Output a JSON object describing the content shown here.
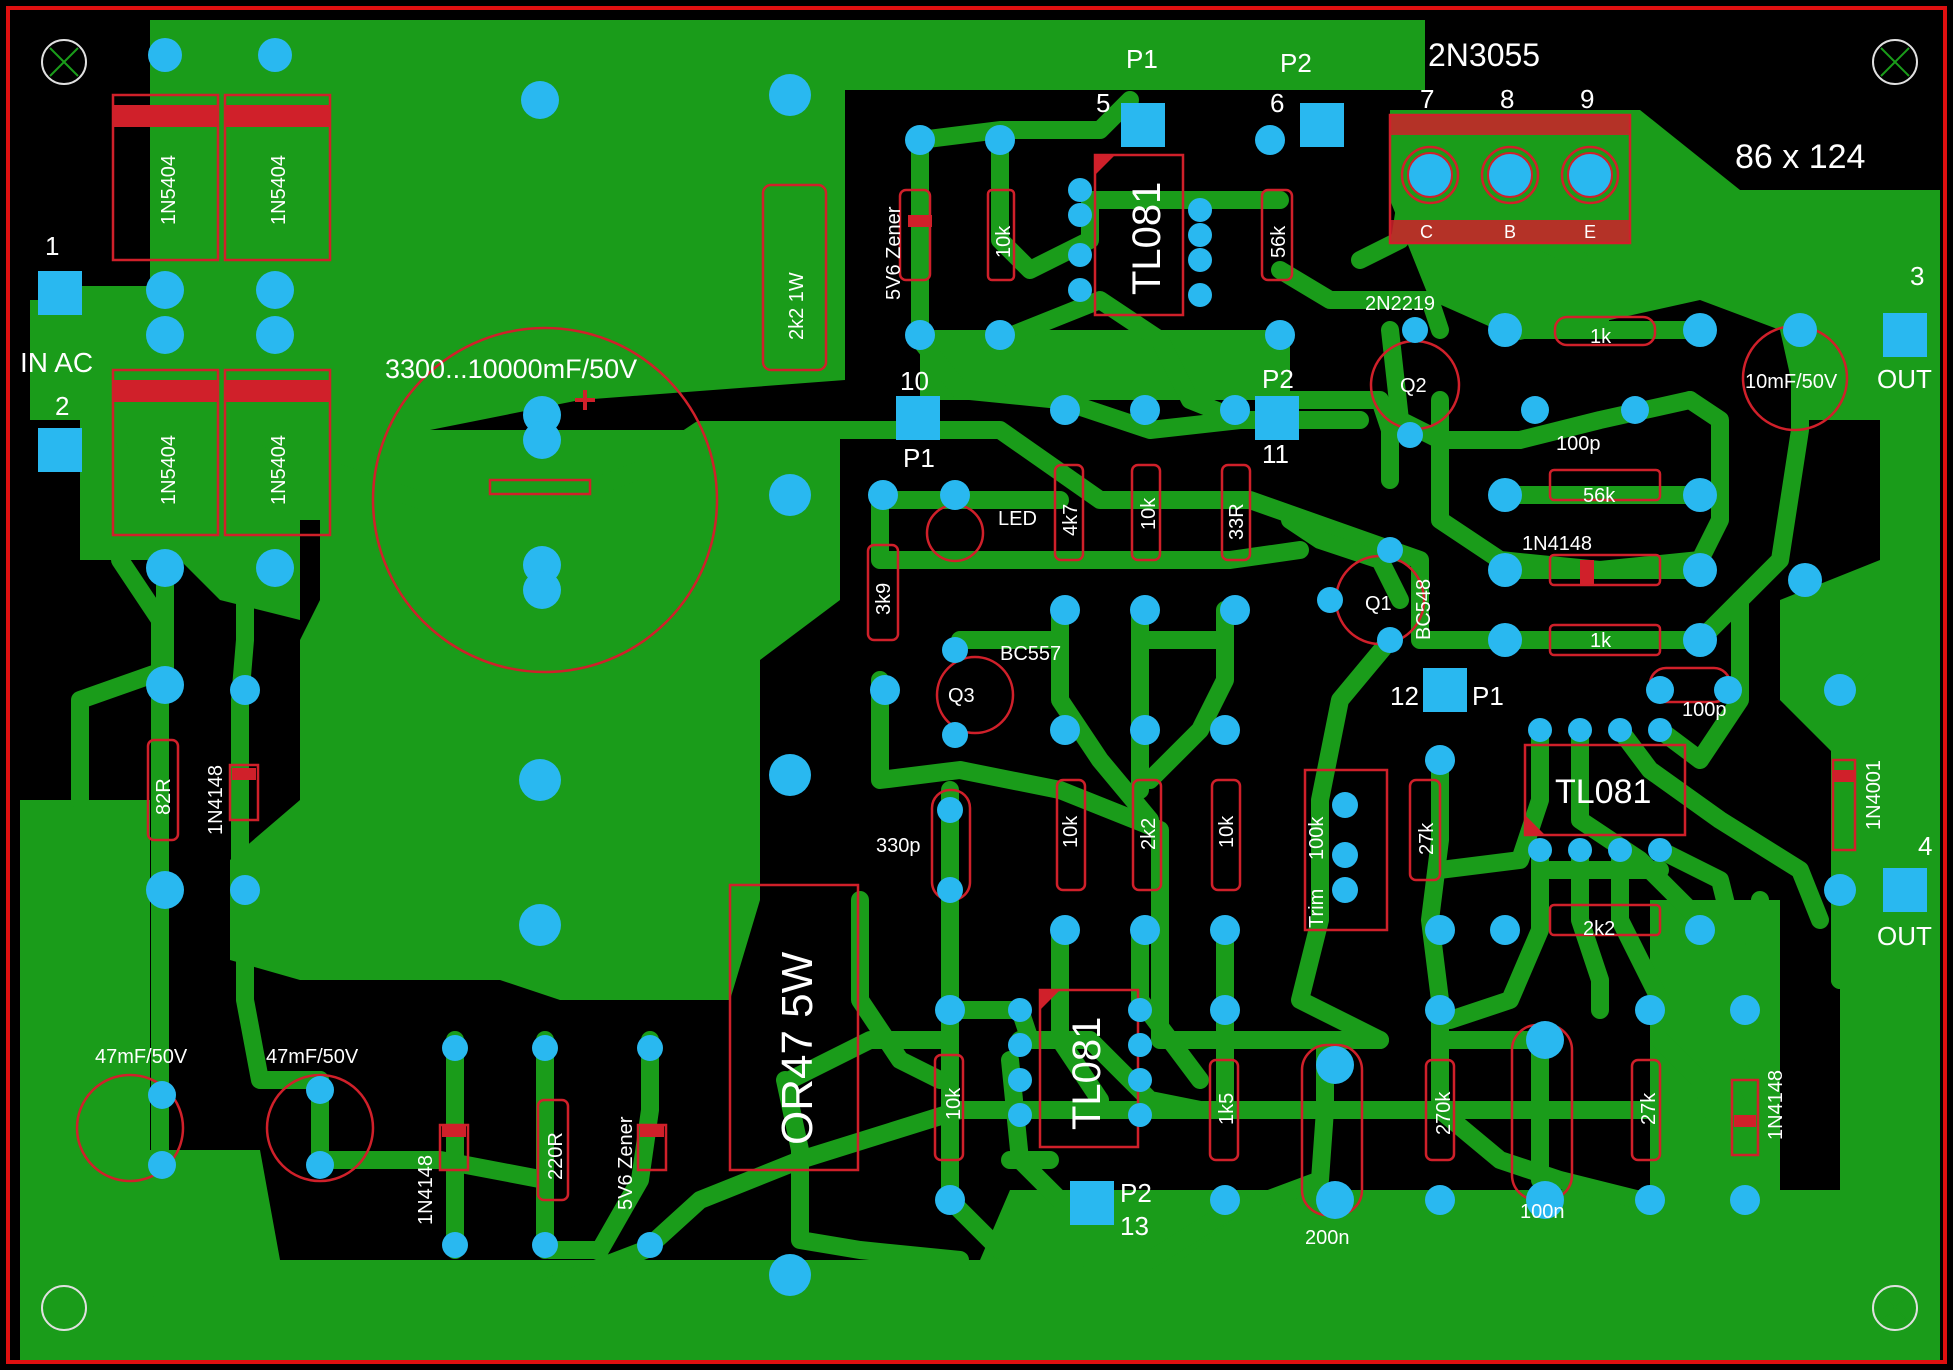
{
  "board": {
    "size_label": "86 x 124",
    "colors": {
      "background": "#000000",
      "copper": "#1a9c1a",
      "pad": "#29b8f0",
      "silk": "#d0202a",
      "outline": "#e01010",
      "text": "#ffffff"
    }
  },
  "connectors": [
    {
      "num": "1",
      "label": ""
    },
    {
      "num": "2",
      "label": "IN AC"
    },
    {
      "num": "3",
      "label": "OUT"
    },
    {
      "num": "4",
      "label": "OUT"
    },
    {
      "num": "5",
      "label": "P1"
    },
    {
      "num": "6",
      "label": "P2"
    },
    {
      "num": "10",
      "label": "P1"
    },
    {
      "num": "11",
      "label": "P2"
    },
    {
      "num": "12",
      "label": "P1"
    },
    {
      "num": "13",
      "label": "P2"
    }
  ],
  "transistor_block": {
    "part": "2N3055",
    "pins": [
      "7",
      "8",
      "9"
    ],
    "legs": [
      "C",
      "B",
      "E"
    ]
  },
  "components": {
    "d1": "1N5404",
    "d2": "1N5404",
    "d3": "1N5404",
    "d4": "1N5404",
    "c_main": "3300...10000mF/50V",
    "r_2k2_1w": "2k2 1W",
    "zener_top": "5V6 Zener",
    "r_10k_top": "10k",
    "ic_top": "TL081",
    "r_56k_top": "56k",
    "q2_part": "2N2219",
    "q2_ref": "Q2",
    "r_1k_top": "1k",
    "c_out": "10mF/50V",
    "c_100p_a": "100p",
    "r_56k_right": "56k",
    "d_1n4148_right": "1N4148",
    "r_1k_right": "1k",
    "c_100p_b": "100p",
    "led": "LED",
    "r_4k7": "4k7",
    "r_10k_mid": "10k",
    "r_33r": "33R",
    "r_3k9": "3k9",
    "q1_ref": "Q1",
    "q1_part": "BC548",
    "q3_part": "BC557",
    "q3_ref": "Q3",
    "ic_right": "TL081",
    "trim": "100k",
    "trim_label": "Trim",
    "r_27k_mid": "27k",
    "r_2k2_right": "2k2",
    "d_1n4001": "1N4001",
    "r_82r": "82R",
    "d_1n4148_left": "1N4148",
    "c_330p": "330p",
    "r_10k_a": "10k",
    "r_2k2_mid": "2k2",
    "r_10k_b": "10k",
    "r_0r47": "OR47  5W",
    "c_47a": "47mF/50V",
    "c_47b": "47mF/50V",
    "d_1n4148_bot": "1N4148",
    "r_220r": "220R",
    "zener_bot": "5V6 Zener",
    "r_10k_bot": "10k",
    "ic_bottom": "TL081",
    "r_1k5": "1k5",
    "c_200n": "200n",
    "r_270k": "270k",
    "c_100n": "100n",
    "r_27k_bot": "27k",
    "d_1n4148_bot_right": "1N4148"
  }
}
